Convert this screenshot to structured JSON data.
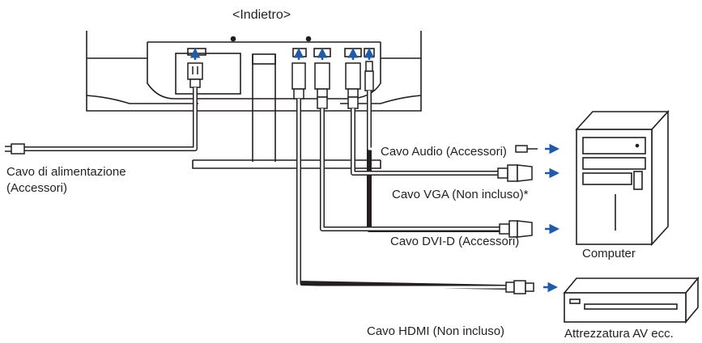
{
  "title": "<Indietro>",
  "labels": {
    "power_cable_line1": "Cavo di alimentazione",
    "power_cable_line2": "(Accessori)",
    "audio_cable": "Cavo Audio (Accessori)",
    "vga_cable": "Cavo VGA (Non incluso)*",
    "dvi_cable": "Cavo DVI-D (Accessori)",
    "hdmi_cable": "Cavo HDMI (Non incluso)",
    "computer": "Computer",
    "av_equipment": "Attrezzatura AV ecc."
  },
  "colors": {
    "line": "#231f20",
    "arrow": "#1f5ba7",
    "fill_light": "#ffffff",
    "fill_dark": "#231f20"
  },
  "icons": [
    "power-plug-icon",
    "audio-jack-icon",
    "vga-plug-icon",
    "dvi-plug-icon",
    "hdmi-plug-icon",
    "computer-tower-icon",
    "av-device-icon",
    "arrow-icon"
  ]
}
